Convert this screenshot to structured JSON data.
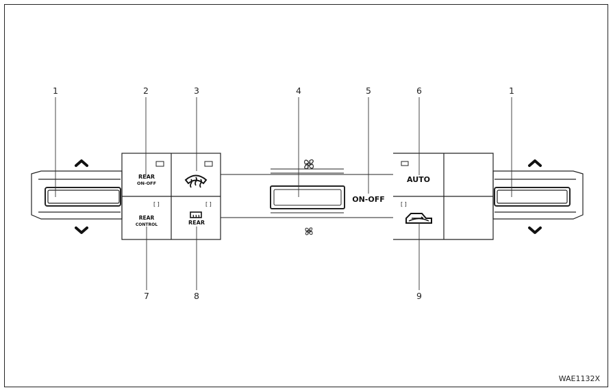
{
  "diagram": {
    "reference_code": "WAE1132X",
    "callouts": {
      "c1_left": "1",
      "c2": "2",
      "c3": "3",
      "c4": "4",
      "c5": "5",
      "c6": "6",
      "c1_right": "1",
      "c7": "7",
      "c8": "8",
      "c9": "9"
    },
    "buttons": {
      "rear_on_off_line1": "REAR",
      "rear_on_off_line2": "ON-OFF",
      "rear_control_line1": "REAR",
      "rear_control_line2": "CONTROL",
      "rear_defrost_label": "REAR",
      "on_off": "ON-OFF",
      "auto": "AUTO"
    },
    "icons": {
      "left_temp_up": "chevron-up-icon",
      "left_temp_down": "chevron-down-icon",
      "right_temp_up": "chevron-up-icon",
      "right_temp_down": "chevron-down-icon",
      "front_defroster": "front-defroster-icon",
      "rear_defroster": "rear-defroster-icon",
      "fan_high": "fan-icon",
      "fan_low": "fan-small-icon",
      "recirculation": "air-recirculation-icon"
    }
  }
}
